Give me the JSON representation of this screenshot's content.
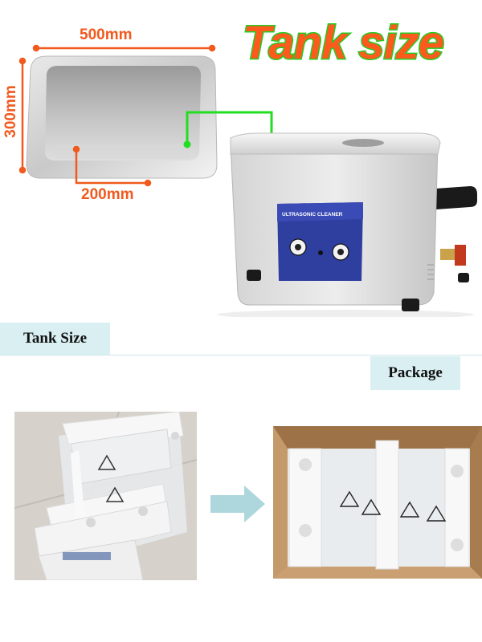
{
  "banner": {
    "title": "Tank size"
  },
  "dimensions": {
    "length": "500mm",
    "width": "300mm",
    "depth": "200mm"
  },
  "device": {
    "panel_label": "ULTRASONIC CLEANER"
  },
  "sections": {
    "tank_size": "Tank Size",
    "package": "Package"
  },
  "icons": [
    "right-arrow-icon",
    "recycle-icon"
  ],
  "colors": {
    "dimension_orange": "#f05a1e",
    "title_orange": "#ff5a1e",
    "title_green": "#22cc22",
    "pointer_green": "#22dd22",
    "section_bg": "#d9eff2",
    "arrow_color": "#aed7dd",
    "control_panel_blue": "#2f3fa0"
  }
}
